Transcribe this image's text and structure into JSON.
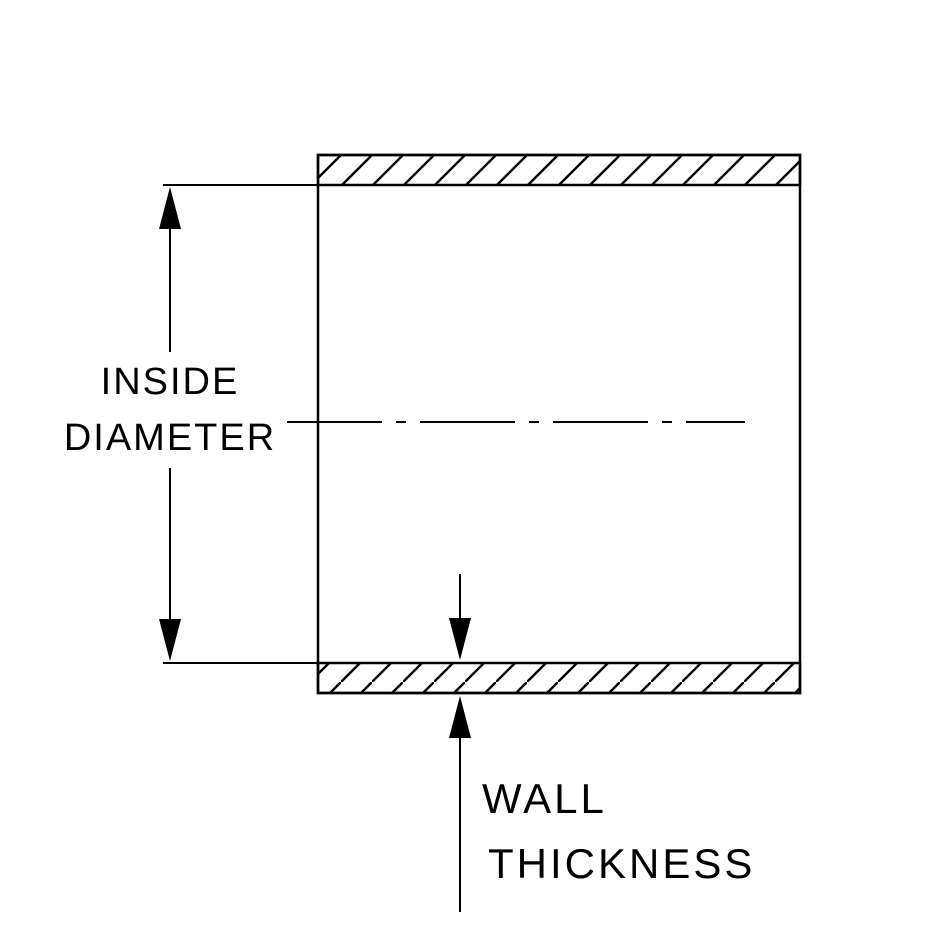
{
  "diagram": {
    "title": "hose-coupler-cross-section",
    "labels": {
      "inside_diameter_line1": "INSIDE",
      "inside_diameter_line2": "DIAMETER",
      "wall_thickness_line1": "WALL",
      "wall_thickness_line2": "THICKNESS"
    },
    "colors": {
      "line": "#000000",
      "background": "#ffffff"
    }
  }
}
